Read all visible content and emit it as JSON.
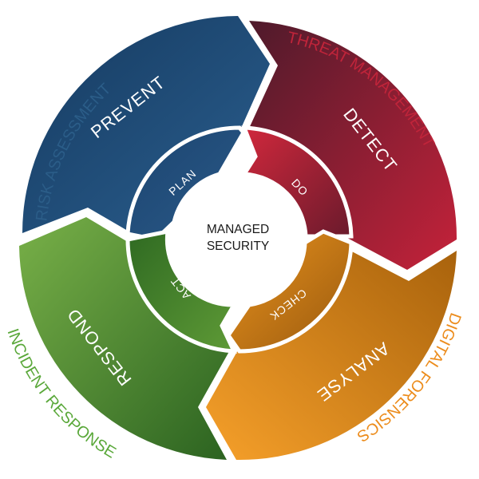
{
  "center": {
    "line1": "MANAGED",
    "line2": "SECURITY"
  },
  "segments": [
    {
      "key": "prevent",
      "outer_label": "PREVENT",
      "inner_label": "PLAN",
      "around_label": "RISK ASSESSMENT",
      "color": "#1f4a73",
      "dark": "#173a5e",
      "text_color": "#2b5d88"
    },
    {
      "key": "detect",
      "outer_label": "DETECT",
      "inner_label": "DO",
      "around_label": "THREAT MANAGEMENT",
      "color": "#8c1c2e",
      "dark": "#5c1a2c",
      "text_color": "#c0243a"
    },
    {
      "key": "analyse",
      "outer_label": "ANALYSE",
      "inner_label": "CHECK",
      "around_label": "DIGITAL FORENSICS",
      "color": "#e9901f",
      "dark": "#9a5a0e",
      "text_color": "#ec8c1c"
    },
    {
      "key": "respond",
      "outer_label": "RESPOND",
      "inner_label": "ACT",
      "around_label": "INCIDENT RESPONSE",
      "color": "#4f8e33",
      "dark": "#2e6a22",
      "text_color": "#5aa83a"
    }
  ]
}
